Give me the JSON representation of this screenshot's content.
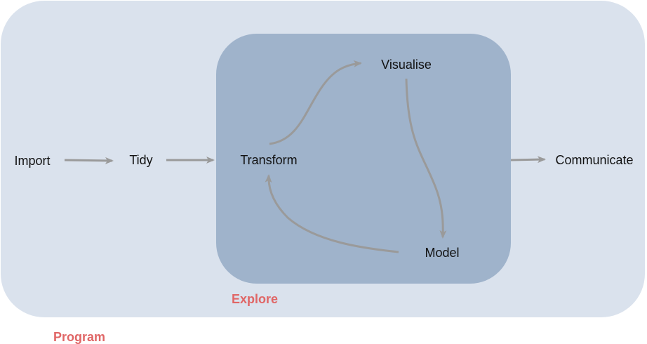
{
  "colors": {
    "program_fill": "#dae2ed",
    "explore_fill": "#9fb3cb",
    "arrow": "#9a9a9a",
    "group_label": "#e06666",
    "node_text": "#111111"
  },
  "groups": {
    "program": "Program",
    "explore": "Explore"
  },
  "nodes": {
    "import": "Import",
    "tidy": "Tidy",
    "transform": "Transform",
    "visualise": "Visualise",
    "model": "Model",
    "communicate": "Communicate"
  },
  "edges": [
    {
      "from": "Import",
      "to": "Tidy"
    },
    {
      "from": "Tidy",
      "to": "Transform"
    },
    {
      "from": "Transform",
      "to": "Visualise"
    },
    {
      "from": "Visualise",
      "to": "Model"
    },
    {
      "from": "Model",
      "to": "Transform"
    },
    {
      "from": "Explore",
      "to": "Communicate"
    }
  ]
}
